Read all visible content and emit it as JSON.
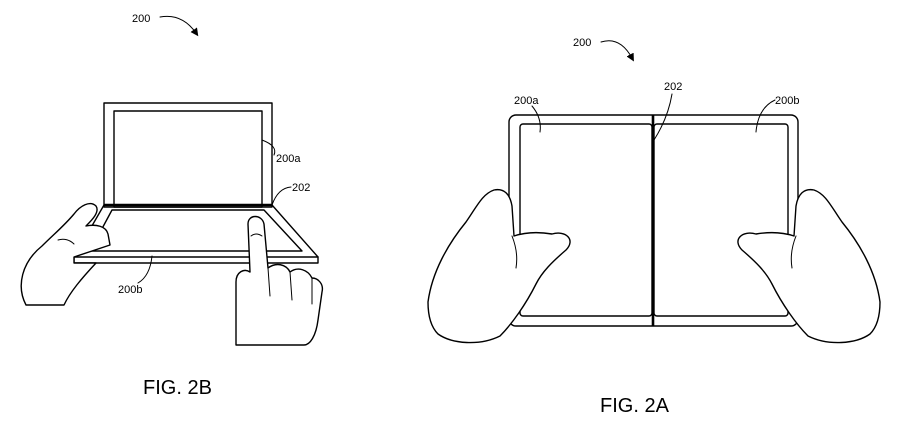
{
  "figures": [
    {
      "caption": "FIG. 2B",
      "labels": {
        "device": "200",
        "upper_screen": "200a",
        "hinge": "202",
        "lower_screen": "200b"
      }
    },
    {
      "caption": "FIG. 2A",
      "labels": {
        "device": "200",
        "left_screen": "200a",
        "hinge": "202",
        "right_screen": "200b"
      }
    }
  ]
}
